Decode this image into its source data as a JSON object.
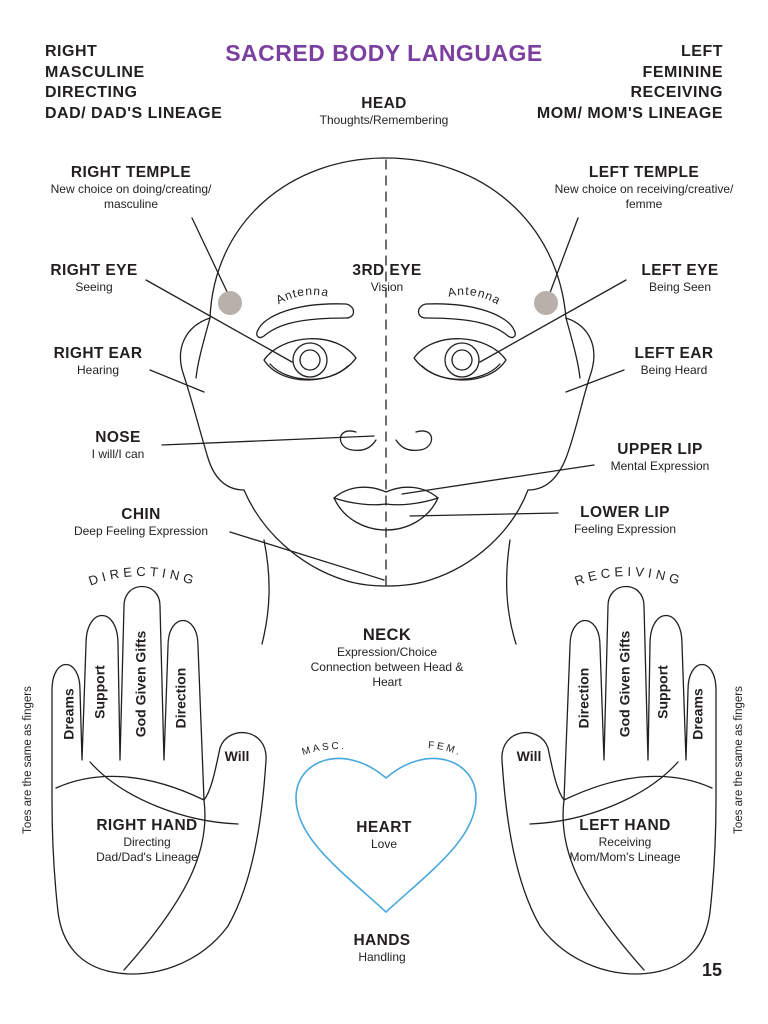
{
  "title": "SACRED BODY LANGUAGE",
  "right_side": {
    "line1": "RIGHT",
    "line2": "MASCULINE",
    "line3": "DIRECTING",
    "line4": "DAD/ DAD'S LINEAGE"
  },
  "left_side": {
    "line1": "LEFT",
    "line2": "FEMININE",
    "line3": "RECEIVING",
    "line4": "MOM/ MOM'S LINEAGE"
  },
  "labels": {
    "head": {
      "title": "HEAD",
      "sub": "Thoughts/Remembering"
    },
    "right_temple": {
      "title": "RIGHT TEMPLE",
      "sub1": "New choice on doing/creating/",
      "sub2": "masculine"
    },
    "left_temple": {
      "title": "LEFT TEMPLE",
      "sub1": "New choice on receiving/creative/",
      "sub2": "femme"
    },
    "third_eye": {
      "title": "3RD EYE",
      "sub": "Vision"
    },
    "right_eye": {
      "title": "RIGHT EYE",
      "sub": "Seeing"
    },
    "left_eye": {
      "title": "LEFT EYE",
      "sub": "Being Seen"
    },
    "right_ear": {
      "title": "RIGHT EAR",
      "sub": "Hearing"
    },
    "left_ear": {
      "title": "LEFT EAR",
      "sub": "Being Heard"
    },
    "nose": {
      "title": "NOSE",
      "sub": "I will/I can"
    },
    "upper_lip": {
      "title": "UPPER LIP",
      "sub": "Mental Expression"
    },
    "lower_lip": {
      "title": "LOWER LIP",
      "sub": "Feeling Expression"
    },
    "chin": {
      "title": "CHIN",
      "sub": "Deep Feeling Expression"
    },
    "neck": {
      "title": "NECK",
      "sub1": "Expression/Choice",
      "sub2": "Connection between Head &",
      "sub3": "Heart"
    },
    "heart": {
      "title": "HEART",
      "sub": "Love"
    },
    "hands": {
      "title": "HANDS",
      "sub": "Handling"
    },
    "right_hand": {
      "title": "RIGHT HAND",
      "sub1": "Directing",
      "sub2": "Dad/Dad's Lineage"
    },
    "left_hand": {
      "title": "LEFT HAND",
      "sub1": "Receiving",
      "sub2": "Mom/Mom's Lineage"
    }
  },
  "antenna": "Antenna",
  "directing_arc": "DIRECTING",
  "receiving_arc": "RECEIVING",
  "masc": "MASC.",
  "fem": "FEM.",
  "fingers": {
    "dreams": "Dreams",
    "support": "Support",
    "gifts": "God Given Gifts",
    "direction": "Direction",
    "will": "Will"
  },
  "toes_note": "Toes are the same as fingers",
  "page_number": "15",
  "colors": {
    "title": "#7b3fa0",
    "heart_outline": "#4aa8dc",
    "temple_dot": "#b8b0aa",
    "ink": "#231f20"
  }
}
